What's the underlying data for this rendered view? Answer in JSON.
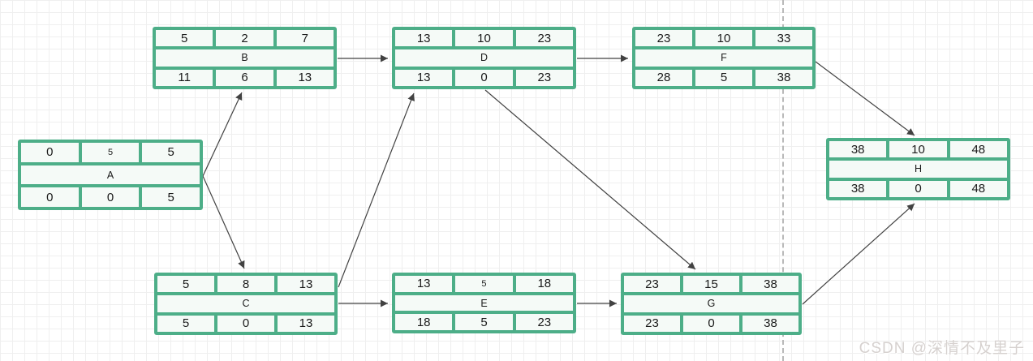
{
  "watermark": {
    "text": "CSDN @深情不及里子"
  },
  "colors": {
    "node_border": "#4dae88",
    "cell_fill": "#f5faf7",
    "arrow": "#424242",
    "grid_line": "#efefef",
    "page_boundary": "#b9b9b9",
    "watermark_text": "#d6d1cf"
  },
  "diagram_type": "activity-network-pert",
  "nodes": [
    {
      "name": "A",
      "es": "0",
      "dur": "5",
      "ef": "5",
      "ls": "0",
      "slack": "0",
      "lf": "5"
    },
    {
      "name": "B",
      "es": "5",
      "dur": "2",
      "ef": "7",
      "ls": "11",
      "slack": "6",
      "lf": "13"
    },
    {
      "name": "C",
      "es": "5",
      "dur": "8",
      "ef": "13",
      "ls": "5",
      "slack": "0",
      "lf": "13"
    },
    {
      "name": "D",
      "es": "13",
      "dur": "10",
      "ef": "23",
      "ls": "13",
      "slack": "0",
      "lf": "23"
    },
    {
      "name": "E",
      "es": "13",
      "dur": "5",
      "ef": "18",
      "ls": "18",
      "slack": "5",
      "lf": "23"
    },
    {
      "name": "F",
      "es": "23",
      "dur": "10",
      "ef": "33",
      "ls": "28",
      "slack": "5",
      "lf": "38"
    },
    {
      "name": "G",
      "es": "23",
      "dur": "15",
      "ef": "38",
      "ls": "23",
      "slack": "0",
      "lf": "38"
    },
    {
      "name": "H",
      "es": "38",
      "dur": "10",
      "ef": "48",
      "ls": "38",
      "slack": "0",
      "lf": "48"
    }
  ],
  "edges": [
    {
      "from": "A",
      "to": "B"
    },
    {
      "from": "A",
      "to": "C"
    },
    {
      "from": "B",
      "to": "D"
    },
    {
      "from": "C",
      "to": "D"
    },
    {
      "from": "C",
      "to": "E"
    },
    {
      "from": "D",
      "to": "F"
    },
    {
      "from": "D",
      "to": "G"
    },
    {
      "from": "E",
      "to": "G"
    },
    {
      "from": "F",
      "to": "H"
    },
    {
      "from": "G",
      "to": "H"
    }
  ]
}
